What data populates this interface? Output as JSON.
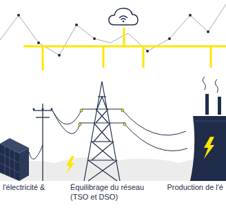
{
  "diagram": {
    "labels": [
      "l'électricité &",
      "Équilibrage du réseau (TSO et DSO)",
      "Production de l'é"
    ]
  }
}
